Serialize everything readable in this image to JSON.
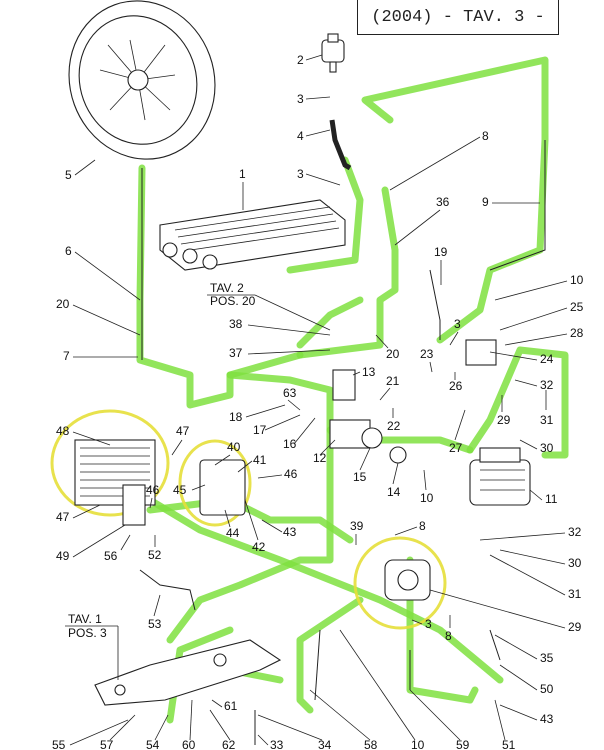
{
  "title": "(2004) - TAV. 3 -",
  "refs": {
    "tav2": {
      "line1": "TAV. 2",
      "line2": "POS. 20"
    },
    "tav1": {
      "line1": "TAV. 1",
      "line2": "POS. 3"
    }
  },
  "highlight_colors": {
    "pipe_trace": "#7fe040",
    "circle": "#e6df3a"
  },
  "part_labels": {
    "p1": "1",
    "p2": "2",
    "p3a": "3",
    "p4": "4",
    "p3b": "3",
    "p5": "5",
    "p6": "6",
    "p7": "7",
    "p8a": "8",
    "p9": "9",
    "p10a": "10",
    "p19": "19",
    "p20a": "20",
    "p20b": "20",
    "p25": "25",
    "p28": "28",
    "p36": "36",
    "p38": "38",
    "p3c": "3",
    "p37": "37",
    "p24": "24",
    "p23": "23",
    "p13": "13",
    "p21": "21",
    "p26": "26",
    "p27": "27",
    "p32a": "32",
    "p31a": "31",
    "p63": "63",
    "p18": "18",
    "p17": "17",
    "p16": "16",
    "p22": "22",
    "p29a": "29",
    "p30a": "30",
    "p12": "12",
    "p15": "15",
    "p14": "14",
    "p10b": "10",
    "p11": "11",
    "p48": "48",
    "p47a": "47",
    "p40": "40",
    "p41": "41",
    "p46a": "46",
    "p45": "45",
    "p46b": "46",
    "p47b": "47",
    "p44": "44",
    "p42": "42",
    "p43a": "43",
    "p39": "39",
    "p8b": "8",
    "p49": "49",
    "p56": "56",
    "p52": "52",
    "p32b": "32",
    "p30b": "30",
    "p31b": "31",
    "p53": "53",
    "p29b": "29",
    "p3d": "3",
    "p8c": "8",
    "p35": "35",
    "p50": "50",
    "p43b": "43",
    "p61": "61",
    "p55": "55",
    "p57": "57",
    "p54": "54",
    "p60": "60",
    "p62": "62",
    "p33": "33",
    "p34": "34",
    "p58": "58",
    "p10c": "10",
    "p59": "59",
    "p51": "51"
  }
}
